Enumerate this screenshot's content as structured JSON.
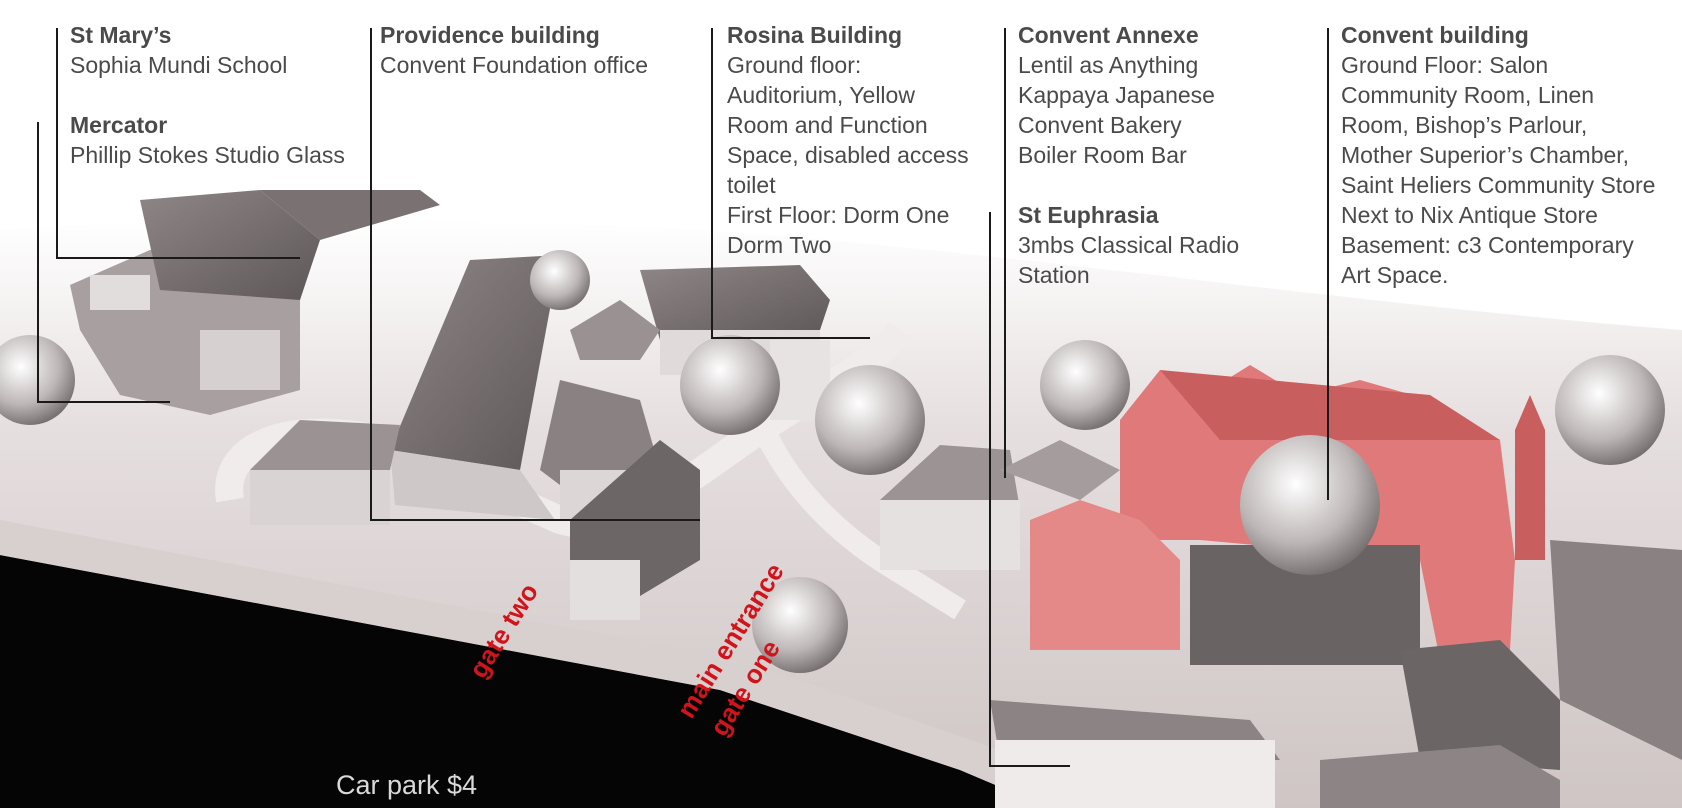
{
  "labels": {
    "st_marys": {
      "heading": "St Mary’s",
      "lines": [
        "Sophia Mundi School"
      ],
      "heading2": "Mercator",
      "lines2": [
        "Phillip Stokes Studio Glass"
      ]
    },
    "providence": {
      "heading": "Providence building",
      "lines": [
        "Convent Foundation office"
      ]
    },
    "rosina": {
      "heading": "Rosina Building",
      "lines": [
        "Ground floor:",
        "Auditorium, Yellow",
        "Room and Function",
        "Space, disabled access",
        "toilet",
        "First Floor: Dorm One",
        "Dorm Two"
      ]
    },
    "convent_annexe": {
      "heading": "Convent Annexe",
      "lines": [
        "Lentil as Anything",
        "Kappaya Japanese",
        "Convent Bakery",
        "Boiler Room Bar"
      ],
      "heading2": "St Euphrasia",
      "lines2": [
        "3mbs Classical Radio",
        "Station"
      ]
    },
    "convent_building": {
      "heading": "Convent building",
      "lines": [
        "Ground Floor:  Salon",
        "Community Room, Linen",
        "Room, Bishop’s Parlour,",
        "Mother Superior’s Chamber,",
        "Saint Heliers Community Store",
        "Next to Nix Antique Store",
        "Basement: c3 Contemporary",
        "Art Space."
      ]
    }
  },
  "gates": {
    "gate_two": "gate two",
    "main_entrance": "main entrance",
    "gate_one": "gate one"
  },
  "car_park": "Car park $4",
  "colors": {
    "highlight": "#e07a7a",
    "gate_text": "#d0141b",
    "label_text": "#4a4a4a"
  }
}
